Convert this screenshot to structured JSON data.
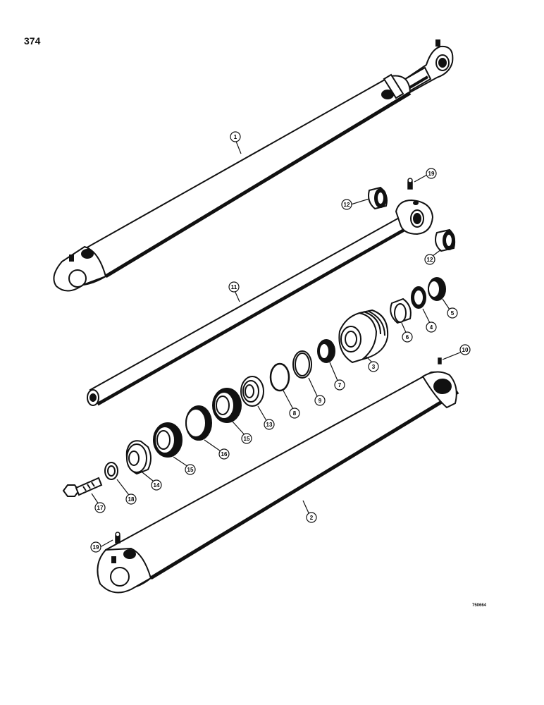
{
  "page": {
    "number": "374",
    "figure_id": "750664"
  },
  "parts": [
    {
      "key": "p1",
      "number": "1",
      "name": "cylinder-barrel"
    },
    {
      "key": "p11",
      "number": "11",
      "name": "piston-rod"
    },
    {
      "key": "p12a",
      "number": "12",
      "name": "bushing-upper"
    },
    {
      "key": "p12b",
      "number": "12",
      "name": "bushing-lower"
    },
    {
      "key": "p19a",
      "number": "19",
      "name": "grease-fitting-upper"
    },
    {
      "key": "p5",
      "number": "5",
      "name": "wiper"
    },
    {
      "key": "p4",
      "number": "4",
      "name": "seal"
    },
    {
      "key": "p6",
      "number": "6",
      "name": "rod-bushing"
    },
    {
      "key": "p3",
      "number": "3",
      "name": "cylinder-head"
    },
    {
      "key": "p7",
      "number": "7",
      "name": "rod-seal"
    },
    {
      "key": "p9",
      "number": "9",
      "name": "backup-ring"
    },
    {
      "key": "p8",
      "number": "8",
      "name": "o-ring"
    },
    {
      "key": "p10",
      "number": "10",
      "name": "set-screw"
    },
    {
      "key": "p13",
      "number": "13",
      "name": "piston-spacer"
    },
    {
      "key": "p15a",
      "number": "15",
      "name": "piston-seal-a"
    },
    {
      "key": "p16",
      "number": "16",
      "name": "wear-ring"
    },
    {
      "key": "p15b",
      "number": "15",
      "name": "piston-seal-b"
    },
    {
      "key": "p14",
      "number": "14",
      "name": "piston"
    },
    {
      "key": "p18",
      "number": "18",
      "name": "washer"
    },
    {
      "key": "p17",
      "number": "17",
      "name": "bolt"
    },
    {
      "key": "p2",
      "number": "2",
      "name": "cylinder-tube"
    },
    {
      "key": "p19b",
      "number": "19",
      "name": "grease-fitting-lower"
    }
  ]
}
